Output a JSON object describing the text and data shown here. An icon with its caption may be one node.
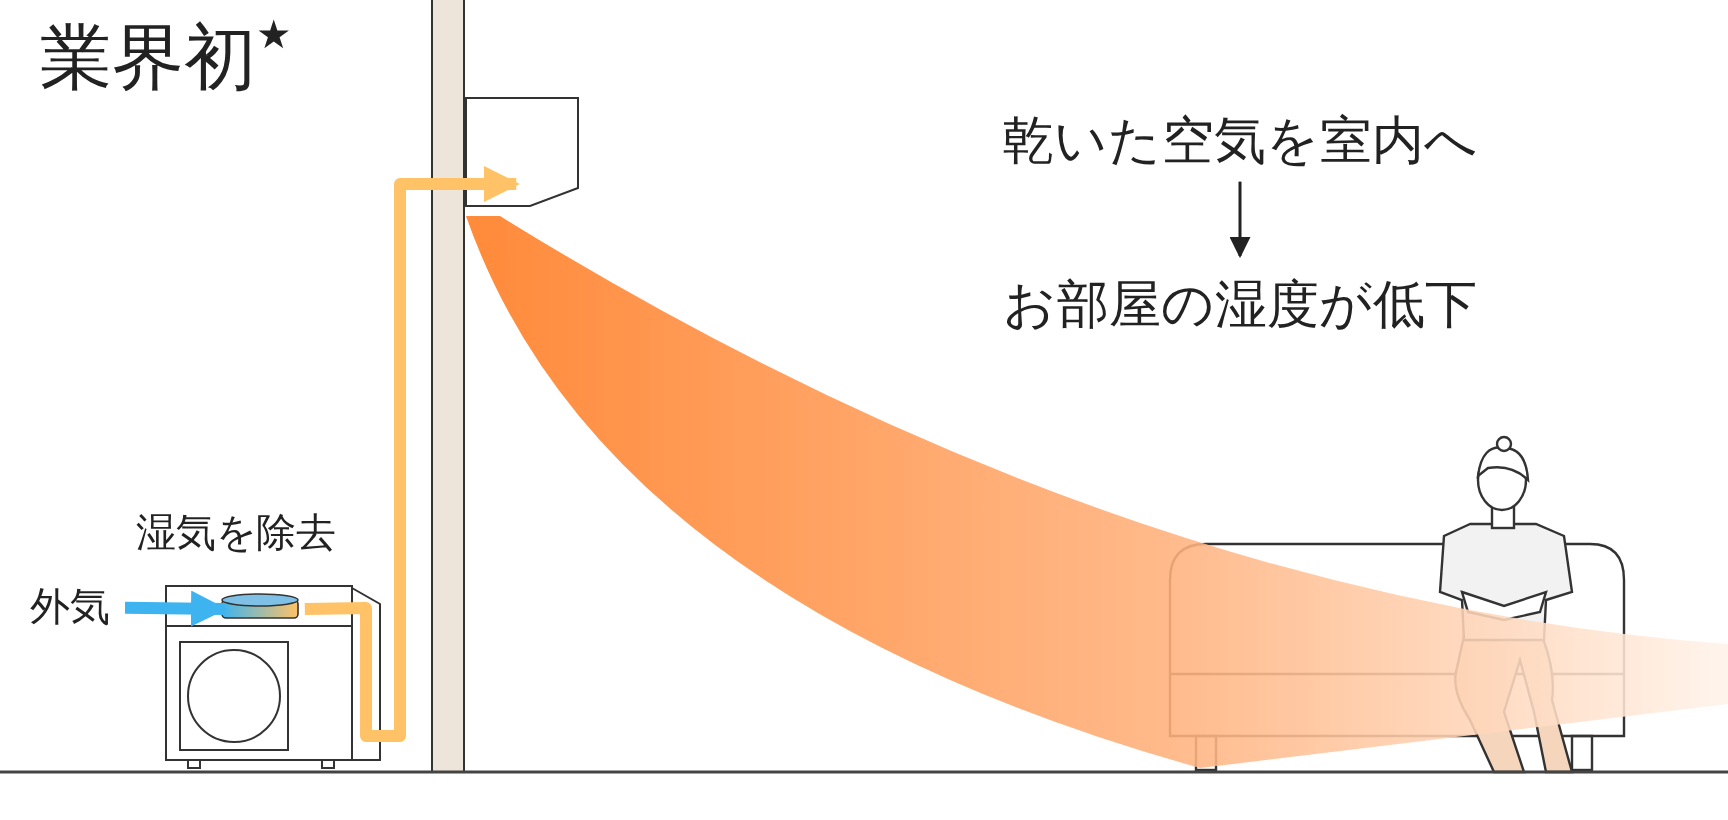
{
  "diagram": {
    "nodes": [
      {
        "text": [
          "乾いた空気を室内へ"
        ]
      },
      {
        "text": [
          "お部屋の湿度が低下"
        ]
      },
      {
        "text": [
          "外気"
        ]
      },
      {
        "text": [],
        "shape": "box",
        "beside": [
          "湿気を除去"
        ]
      },
      {
        "text": [],
        "shape": "box"
      }
    ],
    "edges": [
      {
        "from": 0,
        "to": 1,
        "arrow": "to"
      },
      {
        "from": 2,
        "to": 3,
        "arrow": "to",
        "color": "#3db4f0"
      },
      {
        "from": 3,
        "to": 4,
        "arrow": "to",
        "color": "#ffc266"
      }
    ],
    "labels": [
      "業界初$^{★}$"
    ]
  }
}
